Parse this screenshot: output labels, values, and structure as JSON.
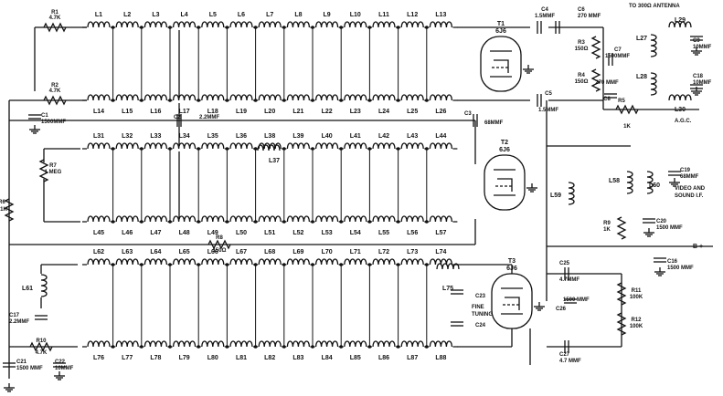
{
  "rows": [
    {
      "top": [
        "L1",
        "L2",
        "L3",
        "L4",
        "L5",
        "L6",
        "L7",
        "L8",
        "L9",
        "L10",
        "L11",
        "L12",
        "L13"
      ],
      "bottom": [
        "L14",
        "L15",
        "L16",
        "L17",
        "L18",
        "L19",
        "L20",
        "L21",
        "L22",
        "L23",
        "L24",
        "L25",
        "L26"
      ]
    },
    {
      "top": [
        "L31",
        "L32",
        "L33",
        "L34",
        "L35",
        "L36",
        "L38",
        "L39",
        "L40",
        "L41",
        "L42",
        "L43",
        "L44"
      ],
      "bottom": [
        "L45",
        "L46",
        "L47",
        "L48",
        "L49",
        "L50",
        "L51",
        "L52",
        "L53",
        "L54",
        "L55",
        "L56",
        "L57"
      ]
    },
    {
      "top": [
        "L62",
        "L63",
        "L64",
        "L65",
        "L66",
        "L67",
        "L68",
        "L69",
        "L70",
        "L71",
        "L72",
        "L73",
        "L74"
      ],
      "bottom": [
        "L76",
        "L77",
        "L78",
        "L79",
        "L80",
        "L81",
        "L82",
        "L83",
        "L84",
        "L85",
        "L86",
        "L87",
        "L88"
      ]
    }
  ],
  "extra_coils": [
    "L37",
    "L75",
    "L27",
    "L28",
    "L29",
    "L30",
    "L58",
    "L59",
    "L60",
    "L61"
  ],
  "tubes": [
    {
      "name": "T1",
      "type": "6J6"
    },
    {
      "name": "T2",
      "type": "6J6"
    },
    {
      "name": "T3",
      "type": "6J6"
    }
  ],
  "resistors": [
    {
      "ref": "R1",
      "value": "4.7K"
    },
    {
      "ref": "R2",
      "value": "4.7K"
    },
    {
      "ref": "R3",
      "value": "150Ω"
    },
    {
      "ref": "R4",
      "value": "150Ω"
    },
    {
      "ref": "R5",
      "value": "1K"
    },
    {
      "ref": "R6",
      "value": "1K"
    },
    {
      "ref": "R7",
      "value": "1 MEG"
    },
    {
      "ref": "R8",
      "value": "150Ω"
    },
    {
      "ref": "R9",
      "value": "1K"
    },
    {
      "ref": "R10",
      "value": "4.7K"
    },
    {
      "ref": "R11",
      "value": "100K"
    },
    {
      "ref": "R12",
      "value": "100K"
    }
  ],
  "capacitors": [
    {
      "ref": "C1",
      "value": "1500MMF"
    },
    {
      "ref": "C2",
      "value": "2.2MMF"
    },
    {
      "ref": "C3",
      "value": "68MMF"
    },
    {
      "ref": "C4",
      "value": "1.5MMF"
    },
    {
      "ref": "C5",
      "value": "1.5MMF"
    },
    {
      "ref": "C6",
      "value": "270 MMF"
    },
    {
      "ref": "C7",
      "value": "1500MMF"
    },
    {
      "ref": "C8",
      "value": "270 MMF"
    },
    {
      "ref": "C9",
      "value": "10MMF"
    },
    {
      "ref": "C18",
      "value": "10MMF"
    },
    {
      "ref": "C16",
      "value": "1500 MMF"
    },
    {
      "ref": "C17",
      "value": "2.2MMF"
    },
    {
      "ref": "C19",
      "value": "68MMF"
    },
    {
      "ref": "C20",
      "value": "1500 MMF"
    },
    {
      "ref": "C21",
      "value": "1500 MMF"
    },
    {
      "ref": "C22",
      "value": "10MMF"
    },
    {
      "ref": "C23",
      "value": ""
    },
    {
      "ref": "C24",
      "value": ""
    },
    {
      "ref": "C25",
      "value": "4.7MMF"
    },
    {
      "ref": "C26",
      "value": "1500 MMF"
    },
    {
      "ref": "C27",
      "value": "4.7 MMF"
    }
  ],
  "labels": {
    "antenna": "TO 300Ω ANTENNA",
    "agc": "A.G.C.",
    "video": "VIDEO AND",
    "sound": "SOUND I.F.",
    "bplus": "B +",
    "fine": "FINE",
    "tuning": "TUNING"
  }
}
